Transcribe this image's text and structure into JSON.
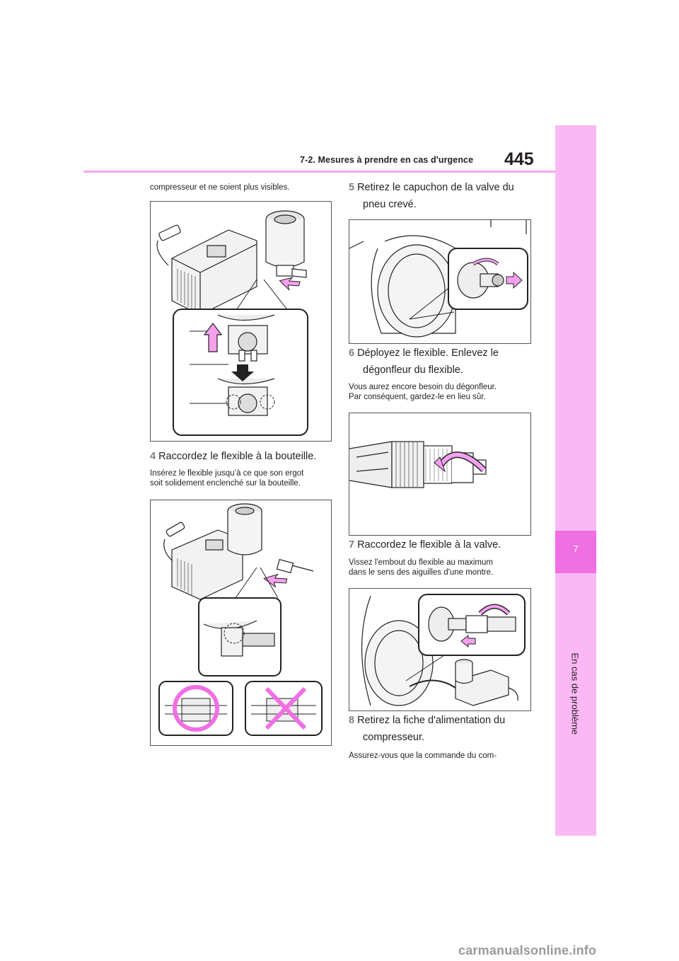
{
  "header": {
    "section_title": "7-2. Mesures à prendre en cas d'urgence",
    "page_number": "445"
  },
  "sidebar": {
    "chapter_number": "7",
    "chapter_title": "En cas de problème"
  },
  "left_column": {
    "intro_text": "compresseur et ne soient plus visibles.",
    "step4": {
      "number": "4",
      "title": "Raccordez le flexible à la bouteille.",
      "note_line1": "Insérez le flexible jusqu’à ce que son ergot",
      "note_line2": "soit solidement enclenché sur la bouteille."
    }
  },
  "right_column": {
    "step5": {
      "number": "5",
      "title_line1": "Retirez le capuchon de la valve du",
      "title_line2": "pneu crevé."
    },
    "step6": {
      "number": "6",
      "title_line1": "Déployez le flexible. Enlevez le",
      "title_line2": "dégonfleur du flexible.",
      "note_line1": "Vous aurez encore besoin du dégonfleur.",
      "note_line2": "Par conséquent, gardez-le en lieu sûr."
    },
    "step7": {
      "number": "7",
      "title": "Raccordez le flexible à la valve.",
      "note_line1": "Vissez l'embout du flexible au maximum",
      "note_line2": "dans le sens des aiguilles d'une montre."
    },
    "step8": {
      "number": "8",
      "title_line1": "Retirez la fiche d'alimentation du",
      "title_line2": "compresseur.",
      "note": "Assurez-vous que la commande du com-"
    }
  },
  "footer": {
    "watermark": "carmanualsonline.info"
  },
  "colors": {
    "accent_pink": "#f06fe2",
    "band_pink": "#fbb8f4",
    "illustration_pink": "#f5a0ee"
  }
}
